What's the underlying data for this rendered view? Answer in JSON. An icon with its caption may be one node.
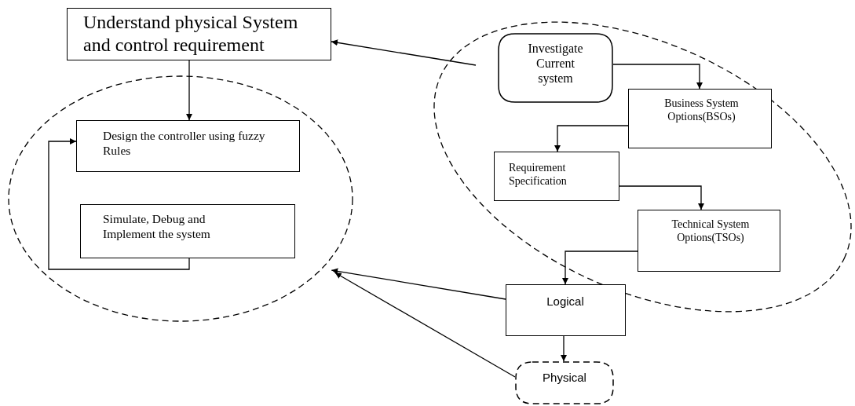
{
  "diagram": {
    "nodes": [
      {
        "text": [
          "Understand physical System and control requirement"
        ]
      },
      {
        "text": [],
        "shape": "ellipse"
      },
      {
        "text": [
          "Design the controller  using fuzzy Rules"
        ],
        "in": 1
      },
      {
        "text": [
          "Simulate, Debug and Implement the system"
        ],
        "in": 1
      },
      {
        "text": [],
        "shape": "ellipse"
      },
      {
        "text": [
          "Investigate Current system"
        ],
        "in": 4
      },
      {
        "text": [
          "Business  System Options(BSOs)"
        ],
        "in": 4
      },
      {
        "text": [
          "Requirement Specification"
        ],
        "in": 4
      },
      {
        "text": [
          "Technical  System Options(TSOs)"
        ],
        "in": 4
      },
      {
        "text": [
          "Logical"
        ]
      },
      {
        "text": [
          "Physical"
        ]
      }
    ],
    "edges": [
      {
        "from": 0,
        "to": 2,
        "arrow": "to"
      },
      {
        "from": 3,
        "to": 2,
        "arrow": "to"
      },
      {
        "from": 5,
        "to": 6,
        "arrow": "to"
      },
      {
        "from": 6,
        "to": 7,
        "arrow": "to"
      },
      {
        "from": 7,
        "to": 8,
        "arrow": "to"
      },
      {
        "from": 8,
        "to": 9,
        "arrow": "to"
      },
      {
        "from": 9,
        "to": 10,
        "arrow": "to"
      },
      {
        "from": 9,
        "to": 1,
        "arrow": "to"
      },
      {
        "from": 10,
        "to": 1,
        "arrow": "to"
      },
      {
        "from": 4,
        "to": 0,
        "arrow": "to"
      }
    ]
  }
}
